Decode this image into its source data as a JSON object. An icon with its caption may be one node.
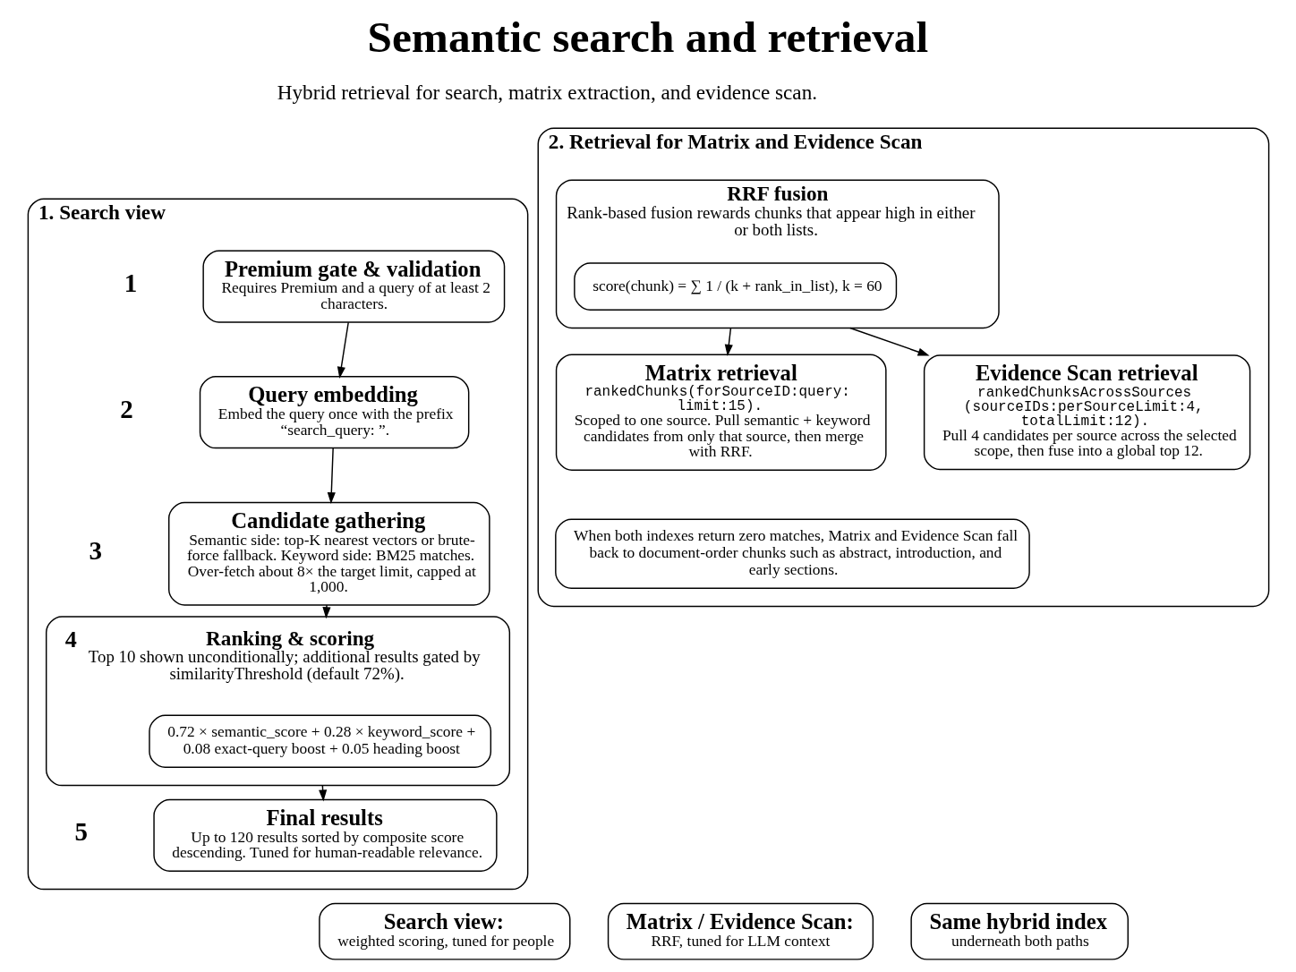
{
  "diagram": {
    "title": "Semantic search and retrieval",
    "nodes": [
      {
        "text": [
          "1. Search view"
        ]
      },
      {
        "text": [
          "Premium gate & validation",
          "Requires Premium and a query of at least 2 characters."
        ],
        "in": 0,
        "beside": [
          "1"
        ]
      },
      {
        "text": [
          "Query embedding",
          "Embed the query once with the prefix “search_query: ”."
        ],
        "in": 0,
        "beside": [
          "2"
        ]
      },
      {
        "text": [
          "Candidate gathering",
          "Semantic side: top-K nearest vectors or brute-force fallback. Keyword side: BM25 matches. Over-fetch about 8× the target limit, capped at 1,000."
        ],
        "in": 0,
        "beside": [
          "3"
        ]
      },
      {
        "text": [
          "Ranking & scoring",
          "Top 10 shown unconditionally; additional results gated by similarityThreshold (default 72%)."
        ],
        "in": 0,
        "beside": [
          "4"
        ]
      },
      {
        "text": [
          "0.72 × semantic_score + 0.28 × keyword_score + 0.08 exact-query boost + 0.05 heading boost"
        ],
        "in": 4
      },
      {
        "text": [
          "Final results",
          "Up to 120 results sorted by composite score descending. Tuned for human-readable relevance."
        ],
        "in": 0,
        "beside": [
          "5"
        ]
      },
      {
        "text": [
          "2. Retrieval for Matrix and Evidence Scan"
        ]
      },
      {
        "text": [
          "RRF fusion",
          "Rank-based fusion rewards chunks that appear high in either or both lists."
        ],
        "in": 7
      },
      {
        "text": [
          "score(chunk) = ∑ 1 / (k + rank_in_list), k = 60"
        ],
        "in": 8
      },
      {
        "text": [
          "Matrix retrieval",
          "rankedChunks(forSourceID:query: limit:15).",
          "Scoped to one source. Pull semantic + keyword candidates from only that source, then merge with RRF."
        ],
        "in": 7
      },
      {
        "text": [
          "Evidence Scan retrieval",
          "rankedChunksAcrossSources (sourceIDs:perSourceLimit:4, totalLimit:12).",
          "Pull 4 candidates per source across the selected scope, then fuse into a global top 12."
        ],
        "in": 7
      },
      {
        "text": [
          "When both indexes return zero matches, Matrix and Evidence Scan fall back to document-order chunks such as abstract, introduction, and early sections."
        ],
        "in": 7
      },
      {
        "text": [
          "Search view:",
          "weighted scoring, tuned for people"
        ]
      },
      {
        "text": [
          "Matrix / Evidence Scan:",
          "RRF, tuned for LLM context"
        ]
      },
      {
        "text": [
          "Same hybrid index",
          "underneath both paths"
        ]
      }
    ],
    "edges": [
      {
        "from": 1,
        "to": 2,
        "arrow": "to"
      },
      {
        "from": 2,
        "to": 3,
        "arrow": "to"
      },
      {
        "from": 3,
        "to": 4,
        "arrow": "to"
      },
      {
        "from": 4,
        "to": 6,
        "arrow": "to"
      },
      {
        "from": 8,
        "to": 10,
        "arrow": "to"
      },
      {
        "from": 8,
        "to": 11,
        "arrow": "to"
      }
    ],
    "labels": [
      "Hybrid retrieval for search, matrix extraction, and evidence scan."
    ]
  }
}
